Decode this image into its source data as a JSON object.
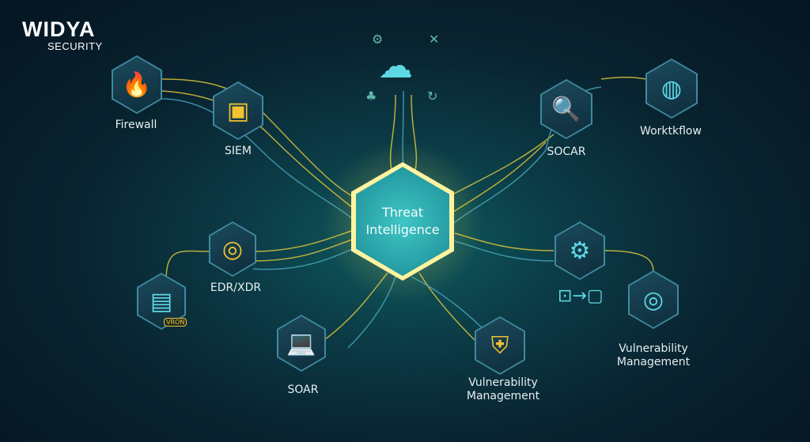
{
  "logo": {
    "name": "WIDYA",
    "tagline": "SECURITY"
  },
  "center": {
    "line1": "Threat",
    "line2": "Intelligence"
  },
  "nodes": {
    "firewall": {
      "label": "Firewall",
      "icon": "firewall-icon"
    },
    "siem": {
      "label": "SIEM",
      "icon": "siem-icon"
    },
    "socar": {
      "label": "SOCAR",
      "icon": "analytics-search-icon"
    },
    "workflow": {
      "label": "Worktkflow",
      "icon": "globe-icon"
    },
    "edr": {
      "label": "EDR/XDR",
      "icon": "target-list-icon"
    },
    "server": {
      "badge": "VRON",
      "icon": "server-icon"
    },
    "soar": {
      "label": "SOAR",
      "icon": "laptop-gear-icon"
    },
    "vuln_bottom": {
      "label_line1": "Vulnerability",
      "label_line2": "Management",
      "icon": "shield-x-icon"
    },
    "gears": {
      "icon": "gears-icon"
    },
    "vuln_right": {
      "label_line1": "Vulnerability",
      "label_line2": "Management",
      "icon": "target-icon"
    }
  },
  "colors": {
    "accent": "#f2c230",
    "wire_yellow": "#d9c23a",
    "wire_cyan": "#4aa8c0",
    "background": "#08222f"
  }
}
